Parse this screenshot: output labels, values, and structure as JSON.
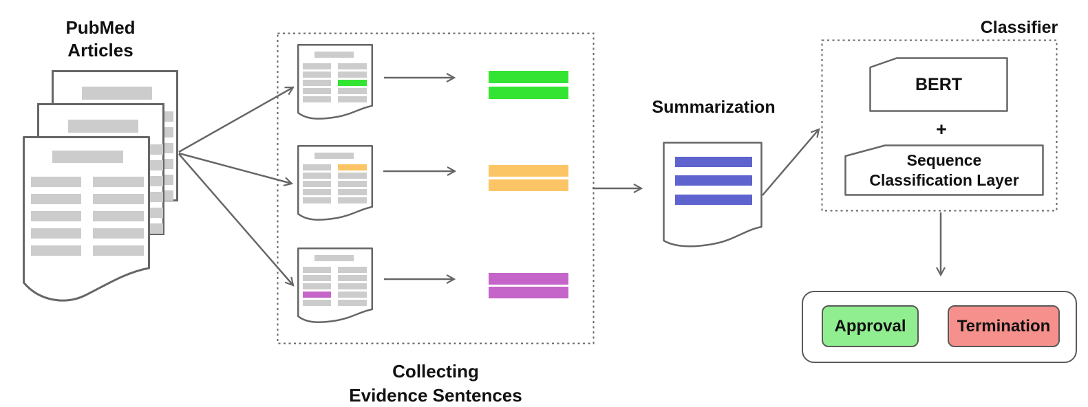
{
  "palette": {
    "outline": "#666666",
    "outline_dark": "#595959",
    "content_gray": "#cccccc",
    "green": "#33e433",
    "orange": "#fbc566",
    "magenta": "#c564c9",
    "blue": "#5e63ce",
    "approval_fill": "#90ee90",
    "termination_fill": "#f5908c",
    "text": "#111111"
  },
  "labels": {
    "pubmed": {
      "line1": "PubMed",
      "line2": "Articles"
    },
    "collecting": {
      "line1": "Collecting",
      "line2": "Evidence Sentences"
    },
    "summarization": "Summarization",
    "classifier": "Classifier",
    "bert": "BERT",
    "plus": "+",
    "sequence_layer": {
      "line1": "Sequence",
      "line2": "Classification Layer"
    }
  },
  "outputs": {
    "approval": "Approval",
    "termination": "Termination"
  },
  "figure": {
    "pubmed_stack_pages": 3,
    "evidence_documents": [
      {
        "highlight_color": "green",
        "highlighted_row": 3,
        "highlighted_column": "right"
      },
      {
        "highlight_color": "orange",
        "highlighted_row": 1,
        "highlighted_column": "right"
      },
      {
        "highlight_color": "magenta",
        "highlighted_row": 4,
        "highlighted_column": "left"
      }
    ],
    "evidence_sentence_bars": [
      {
        "color": "green",
        "count": 2
      },
      {
        "color": "orange",
        "count": 2
      },
      {
        "color": "magenta",
        "count": 2
      }
    ],
    "summary_document_bars": {
      "color": "blue",
      "count": 3
    }
  }
}
